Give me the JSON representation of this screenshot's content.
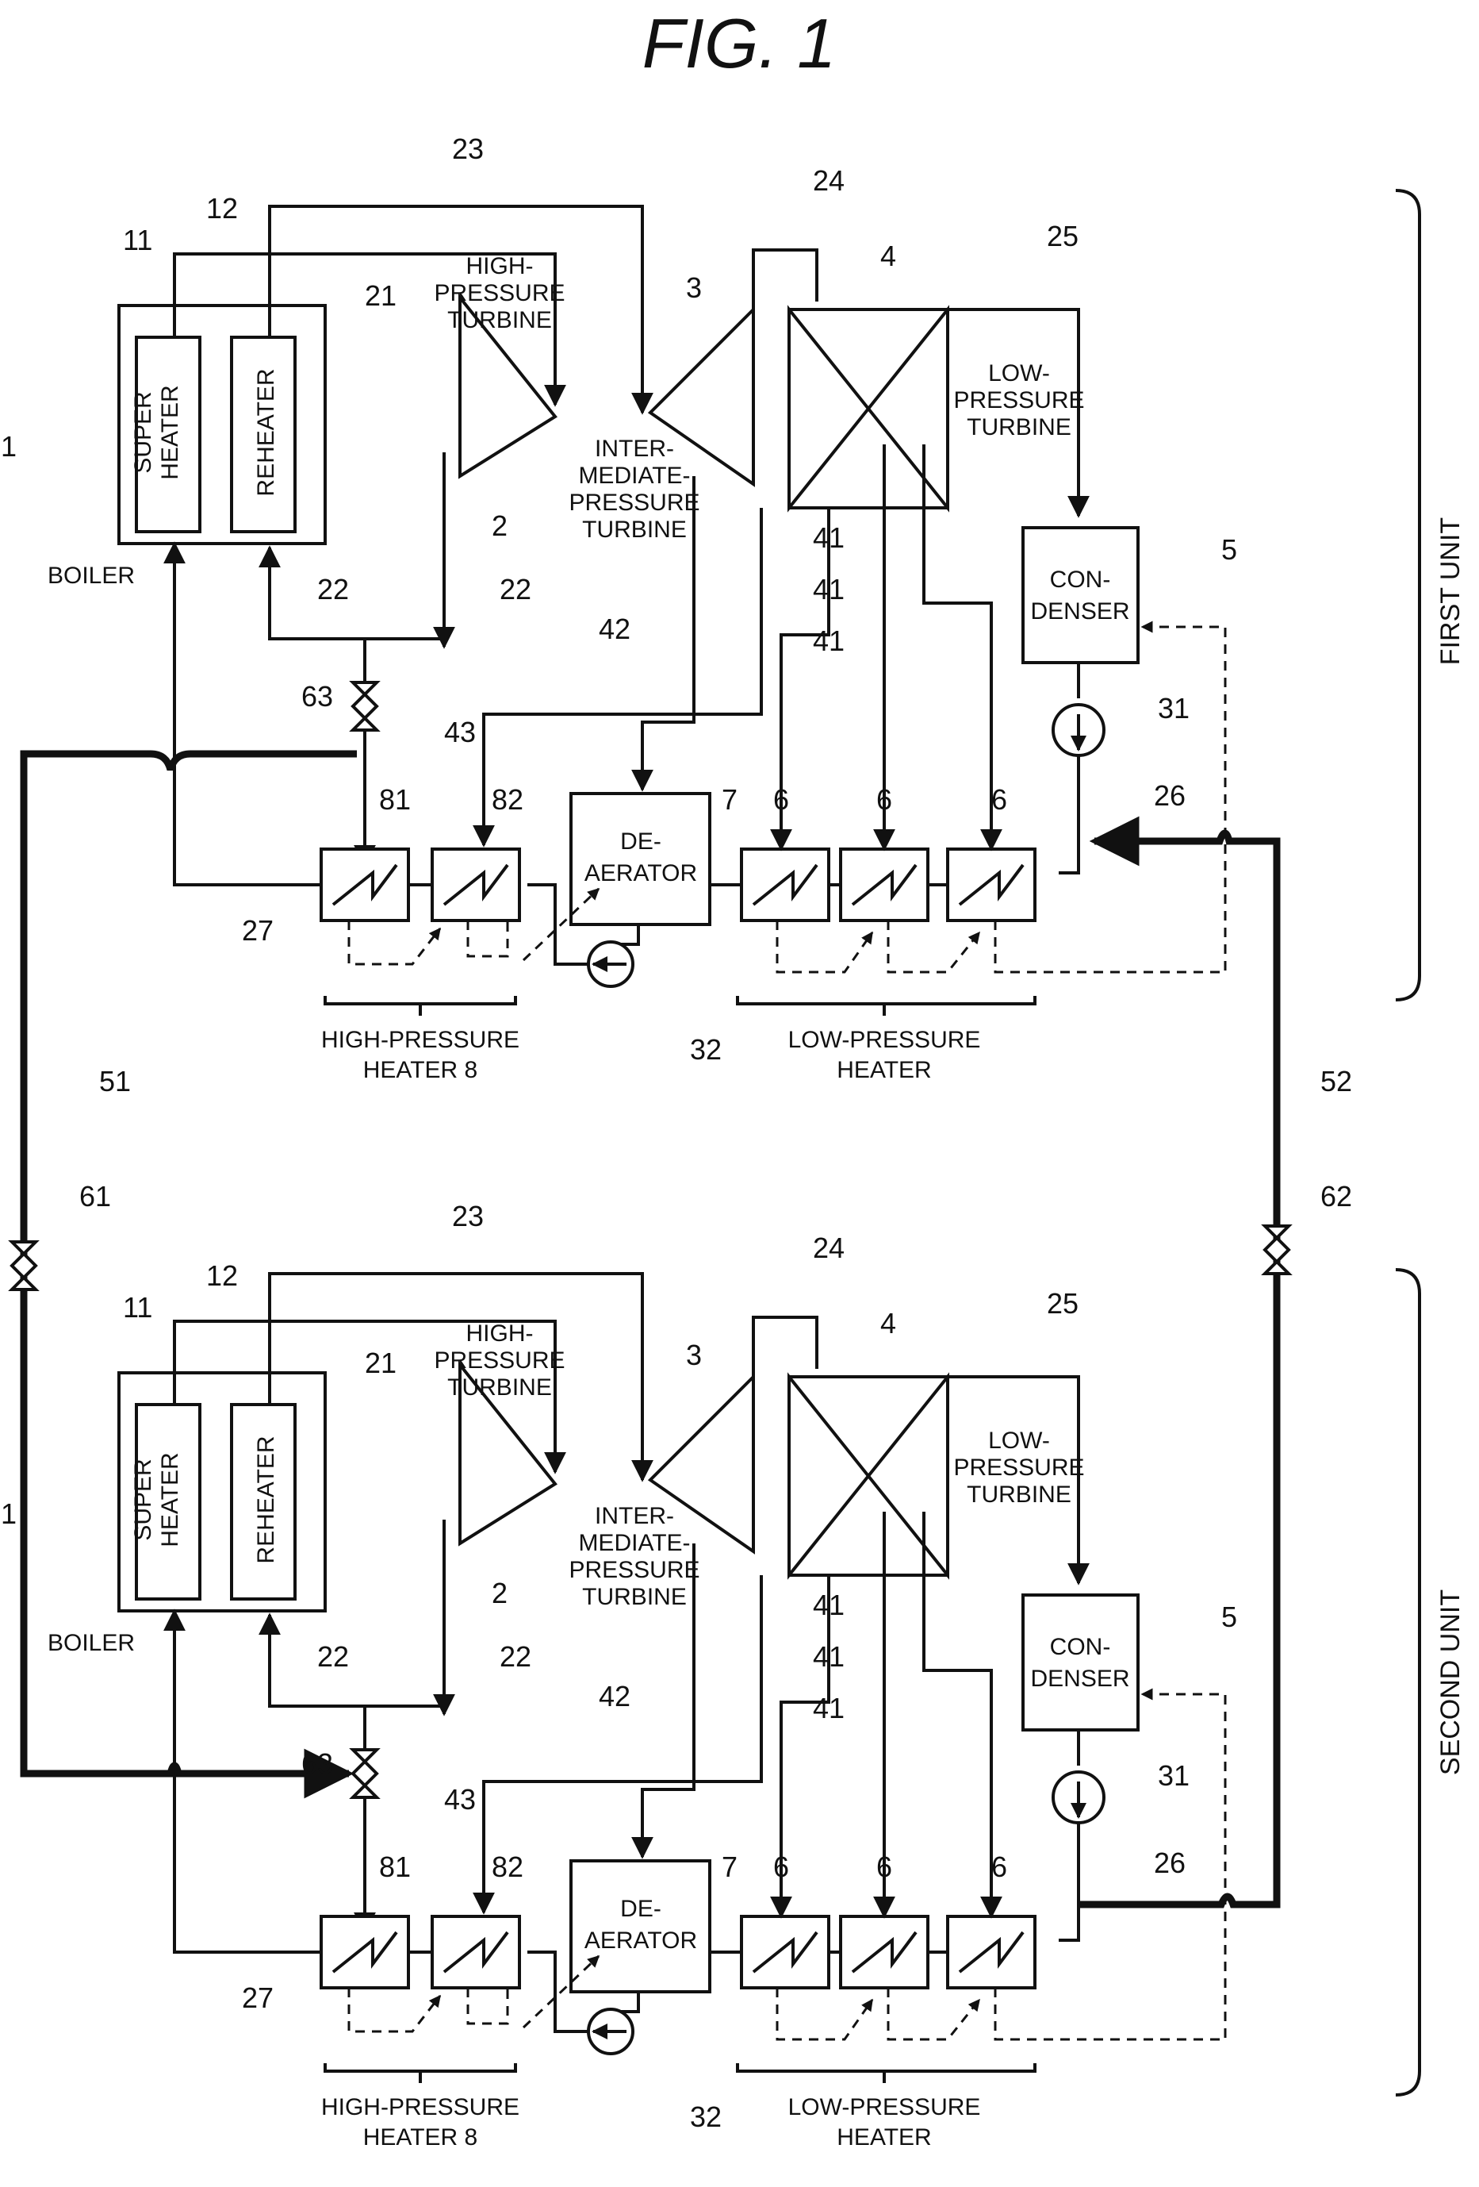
{
  "figure_title": "FIG. 1",
  "units": {
    "first": "FIRST UNIT",
    "second": "SECOND UNIT"
  },
  "labels": {
    "super_heater": [
      "SUPER",
      "HEATER"
    ],
    "reheater": "REHEATER",
    "boiler": "BOILER",
    "hp_turbine": [
      "HIGH-",
      "PRESSURE",
      "TURBINE"
    ],
    "ip_turbine": [
      "INTER-",
      "MEDIATE-",
      "PRESSURE",
      "TURBINE"
    ],
    "lp_turbine": [
      "LOW-",
      "PRESSURE",
      "TURBINE"
    ],
    "condenser": [
      "CON-",
      "DENSER"
    ],
    "deaerator": [
      "DE-",
      "AERATOR"
    ],
    "hp_heater_group": [
      "HIGH-PRESSURE",
      "HEATER 8"
    ],
    "lp_heater_group": [
      "LOW-PRESSURE",
      "HEATER"
    ]
  },
  "refs": {
    "boiler": "1",
    "hp_turbine": "2",
    "ip_turbine": "3",
    "lp_turbine": "4",
    "condenser": "5",
    "lp_heater": "6",
    "deaerator": "7",
    "super_heater": "11",
    "reheater": "12",
    "line_21": "21",
    "line_22": "22",
    "line_23": "23",
    "line_24": "24",
    "line_25": "25",
    "line_26": "26",
    "line_27": "27",
    "pump_31": "31",
    "pump_32": "32",
    "line_41": "41",
    "line_42": "42",
    "line_43": "43",
    "line_51": "51",
    "line_52": "52",
    "valve_61": "61",
    "valve_62": "62",
    "valve_63": "63",
    "hp_heater_81": "81",
    "hp_heater_82": "82"
  }
}
